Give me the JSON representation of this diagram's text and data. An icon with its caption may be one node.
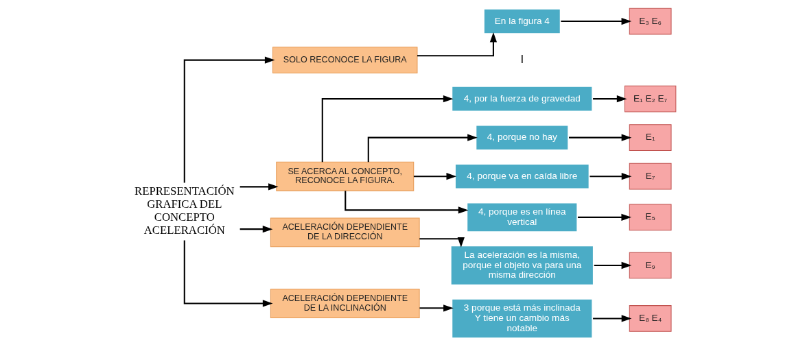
{
  "diagram": {
    "nodes": [
      {
        "text": [
          "REPRESENTACIÓN GRAFICA DEL CONCEPTO ACELERACIÓN"
        ]
      },
      {
        "text": [
          "SOLO RECONOCE LA FIGURA"
        ]
      },
      {
        "text": [
          "En la figura 4"
        ]
      },
      {
        "text": [
          "E₃ E₆"
        ]
      },
      {
        "text": [
          "SE ACERCA AL CONCEPTO, RECONOCE LA FIGURA."
        ]
      },
      {
        "text": [
          "4, por la fuerza de gravedad"
        ]
      },
      {
        "text": [
          "E₁ E₂ E₇"
        ]
      },
      {
        "text": [
          "4, porque no hay"
        ]
      },
      {
        "text": [
          "E₁"
        ]
      },
      {
        "text": [
          "4, porque va en caída libre"
        ]
      },
      {
        "text": [
          "E₇"
        ]
      },
      {
        "text": [
          "4, porque es en línea vertical"
        ]
      },
      {
        "text": [
          "E₅"
        ]
      },
      {
        "text": [
          "ACELERACIÓN DEPENDIENTE DE LA DIRECCIÓN"
        ]
      },
      {
        "text": [
          "La aceleración es la misma, porque el objeto va para una misma dirección"
        ]
      },
      {
        "text": [
          "E₉"
        ]
      },
      {
        "text": [
          "ACELERACIÓN DEPENDIENTE DE LA INCLINACIÓN"
        ]
      },
      {
        "text": [
          "3 porque está más inclinada Y tiene un cambio más notable"
        ]
      },
      {
        "text": [
          "E₈ E₄"
        ]
      }
    ],
    "edges": [
      {
        "from": 0,
        "to": 1,
        "arrow": "to"
      },
      {
        "from": 0,
        "to": 4,
        "arrow": "to"
      },
      {
        "from": 0,
        "to": 13,
        "arrow": "to"
      },
      {
        "from": 0,
        "to": 16,
        "arrow": "to"
      },
      {
        "from": 1,
        "to": 2,
        "arrow": "to"
      },
      {
        "from": 2,
        "to": 3,
        "arrow": "to"
      },
      {
        "from": 4,
        "to": 5,
        "arrow": "to"
      },
      {
        "from": 4,
        "to": 7,
        "arrow": "to"
      },
      {
        "from": 4,
        "to": 9,
        "arrow": "to"
      },
      {
        "from": 4,
        "to": 11,
        "arrow": "to"
      },
      {
        "from": 5,
        "to": 6,
        "arrow": "to"
      },
      {
        "from": 7,
        "to": 8,
        "arrow": "to"
      },
      {
        "from": 9,
        "to": 10,
        "arrow": "to"
      },
      {
        "from": 11,
        "to": 12,
        "arrow": "to"
      },
      {
        "from": 13,
        "to": 14,
        "arrow": "to"
      },
      {
        "from": 14,
        "to": 15,
        "arrow": "to"
      },
      {
        "from": 16,
        "to": 17,
        "arrow": "to"
      },
      {
        "from": 17,
        "to": 18,
        "arrow": "to"
      }
    ],
    "labels": [
      "I"
    ]
  }
}
